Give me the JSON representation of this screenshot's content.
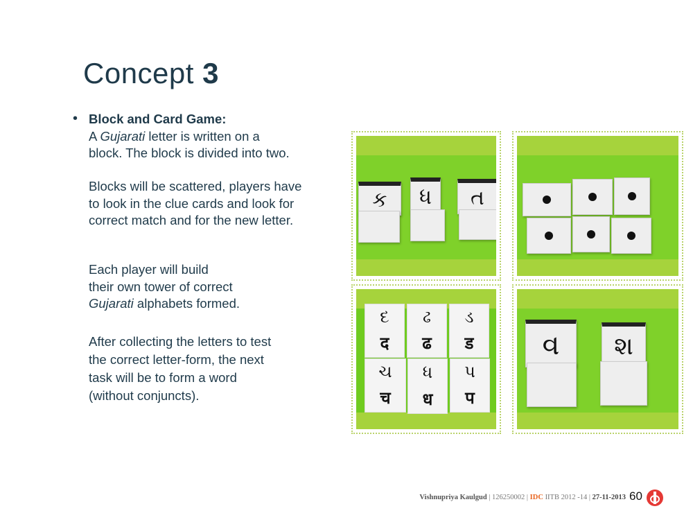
{
  "slide": {
    "title_prefix": "Concept ",
    "title_number": "3",
    "bullet_heading": "Block and Card Game:",
    "para1": {
      "pre": "A ",
      "italic": "Gujarati",
      "post": " letter is written on a",
      "line2": "block. The block is divided into two."
    },
    "para2": [
      "Blocks will be scattered, players have",
      "to look in the clue cards and look for",
      "correct match and for the new letter."
    ],
    "para3": {
      "line1": "Each player will build",
      "line2": "their own tower of correct",
      "italic": "Gujarati",
      "post": " alphabets formed."
    },
    "para4": [
      "After collecting the letters to test",
      "the correct letter-form, the next",
      "task will be to form a word",
      "(without conjuncts)."
    ]
  },
  "photos": {
    "blocks_top": [
      "ક",
      "ધ",
      "ત"
    ],
    "cards": [
      {
        "gujarati": "દ",
        "devanagari": "द"
      },
      {
        "gujarati": "ઢ",
        "devanagari": "ढ"
      },
      {
        "gujarati": "ડ",
        "devanagari": "ड"
      },
      {
        "gujarati": "ચ",
        "devanagari": "च"
      },
      {
        "gujarati": "ધ",
        "devanagari": "ध"
      },
      {
        "gujarati": "પ",
        "devanagari": "प"
      }
    ],
    "blocks_word": [
      "વ",
      "શ"
    ]
  },
  "footer": {
    "name": "Vishnupriya Kaulgud",
    "roll": " | 126250002  | ",
    "idc": "IDC",
    "institute": " IITB 2012 -14 | ",
    "date": "27-11-2013",
    "page": "60"
  },
  "colors": {
    "text": "#1f3a4a",
    "accent": "#e8641e",
    "logo": "#e53935",
    "green": "#7fd12a"
  }
}
